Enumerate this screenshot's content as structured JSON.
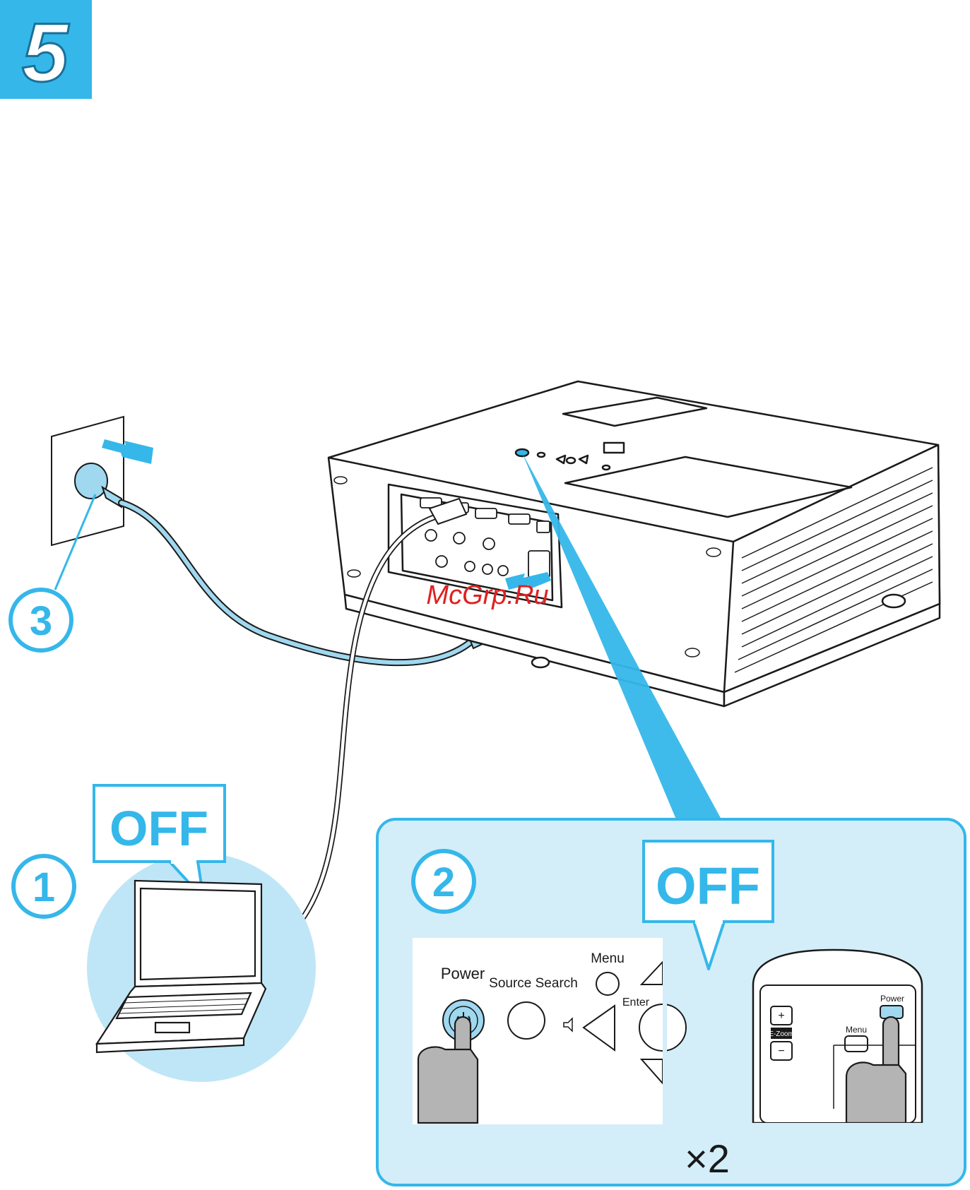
{
  "step": {
    "number": "5"
  },
  "watermark": "McGrp.Ru",
  "markers": {
    "one": "1",
    "two": "2",
    "three": "3"
  },
  "laptop": {
    "state_label": "OFF"
  },
  "panel": {
    "state_label": "OFF",
    "power_label": "Power",
    "source_search_label": "Source Search",
    "menu_label": "Menu",
    "enter_label": "Enter",
    "repeat_label": "×2"
  },
  "remote": {
    "power_label": "Power",
    "menu_label": "Menu",
    "ezoom_label": "E-Zoom"
  },
  "colors": {
    "accent": "#35b7ea",
    "accent_light": "#d3eef9",
    "circle_fill": "#bfe6f7",
    "cable_blue": "#9fd8ef",
    "line": "#1a1a1a",
    "hand": "#b4b4b4",
    "watermark": "#e02020"
  }
}
